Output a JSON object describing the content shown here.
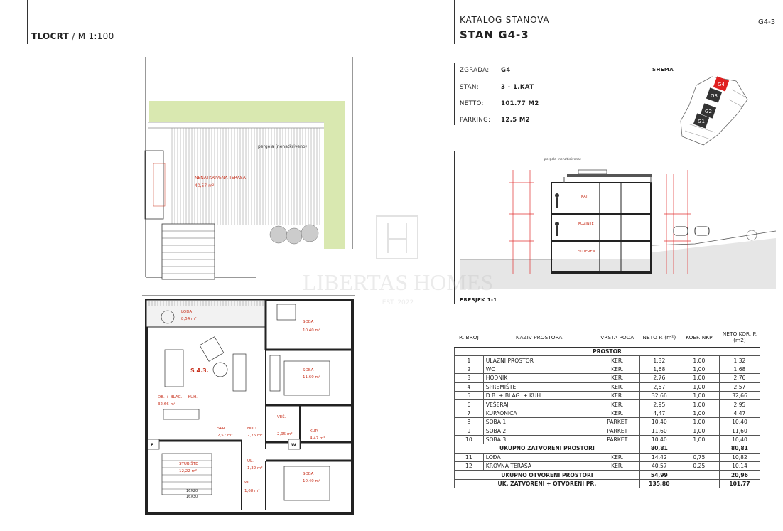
{
  "header": {
    "tlocrt_bold": "TLOCRT",
    "tlocrt_rest": "/ M 1:100",
    "katalog": "KATALOG STANOVA",
    "stan_title": "STAN G4-3",
    "code": "G4-3"
  },
  "info": [
    {
      "label": "ZGRADA:",
      "value": "G4"
    },
    {
      "label": "STAN:",
      "value": "3 - 1.KAT"
    },
    {
      "label": "NETTO:",
      "value": "101.77 M2"
    },
    {
      "label": "PARKING:",
      "value": "12.5 M2"
    }
  ],
  "shema": {
    "label": "SHEMA",
    "buildings": [
      "G4",
      "G3",
      "G2",
      "G1"
    ],
    "highlight_color": "#e02020"
  },
  "section": {
    "label": "PRESJEK 1-1",
    "floors": [
      "KAT",
      "KOZINIJE",
      "SUTEREN"
    ],
    "pergola_note": "pergola (nenatkrivena)"
  },
  "plan_top": {
    "pergola_label": "pergola (nenatkriveno)",
    "terrace_name": "NENATKRIVENA TERASA",
    "terrace_area": "40,57 m²",
    "terrace_color": "#d9e8b0"
  },
  "plan_bottom": {
    "unit_label": "S 4.3.",
    "rooms": [
      {
        "name": "LOĐA",
        "area": "8,54 m²"
      },
      {
        "name": "SOBA",
        "area": "10,40 m²"
      },
      {
        "name": "SOBA",
        "area": "11,60 m²"
      },
      {
        "name": "DB. + BLAG. + KUH.",
        "area": "32,66 m²"
      },
      {
        "name": "SPR.",
        "area": "2,57 m²"
      },
      {
        "name": "HOD.",
        "area": "2,76 m²"
      },
      {
        "name": "VEŠ.",
        "area": "2,95 m²"
      },
      {
        "name": "KUP.",
        "area": "4,47 m²"
      },
      {
        "name": "STUBIŠTE",
        "area": "12,22 m²"
      },
      {
        "name": "UL.",
        "area": "1,32 m²"
      },
      {
        "name": "WC",
        "area": "1,68 m²"
      },
      {
        "name": "SOBA",
        "area": "10,40 m²"
      }
    ],
    "mark_f": "F",
    "mark_w": "W",
    "stair_a": "16X20",
    "stair_b": "16X30",
    "text_color": "#c8321e"
  },
  "watermark": {
    "brand": "LIBERTAS HOMES",
    "tag": "EST. 2022"
  },
  "table": {
    "headers": [
      "R. BROJ",
      "NAZIV PROSTORA",
      "VRSTA PODA",
      "NETO P. (m²)",
      "KOEF. NKP",
      "NETO KOR. P. (m2)"
    ],
    "group_closed": "PROSTOR",
    "rows": [
      [
        "1",
        "ULAZNI PROSTOR",
        "KER.",
        "1,32",
        "1,00",
        "1,32"
      ],
      [
        "2",
        "WC",
        "KER.",
        "1,68",
        "1,00",
        "1,68"
      ],
      [
        "3",
        "HODNIK",
        "KER.",
        "2,76",
        "1,00",
        "2,76"
      ],
      [
        "4",
        "SPREMIŠTE",
        "KER.",
        "2,57",
        "1,00",
        "2,57"
      ],
      [
        "5",
        "D.B. + BLAG. + KUH.",
        "KER.",
        "32,66",
        "1,00",
        "32,66"
      ],
      [
        "6",
        "VEŠERAJ",
        "KER.",
        "2,95",
        "1,00",
        "2,95"
      ],
      [
        "7",
        "KUPAONICA",
        "KER.",
        "4,47",
        "1,00",
        "4,47"
      ],
      [
        "8",
        "SOBA 1",
        "PARKET",
        "10,40",
        "1,00",
        "10,40"
      ],
      [
        "9",
        "SOBA 2",
        "PARKET",
        "11,60",
        "1,00",
        "11,60"
      ],
      [
        "10",
        "SOBA 3",
        "PARKET",
        "10,40",
        "1,00",
        "10,40"
      ]
    ],
    "sum_closed": {
      "label": "UKUPNO ZATVORENI PROSTORI",
      "neto": "80,81",
      "kor": "80,81"
    },
    "rows_open": [
      [
        "11",
        "LOĐA",
        "KER.",
        "14,42",
        "0,75",
        "10,82"
      ],
      [
        "12",
        "KROVNA TERASA",
        "KER.",
        "40,57",
        "0,25",
        "10,14"
      ]
    ],
    "sum_open": {
      "label": "UKUPNO OTVORENI PROSTORI",
      "neto": "54,99",
      "kor": "20,96"
    },
    "sum_total": {
      "label": "UK. ZATVORENI + OTVORENI PR.",
      "neto": "135,80",
      "kor": "101,77"
    }
  }
}
